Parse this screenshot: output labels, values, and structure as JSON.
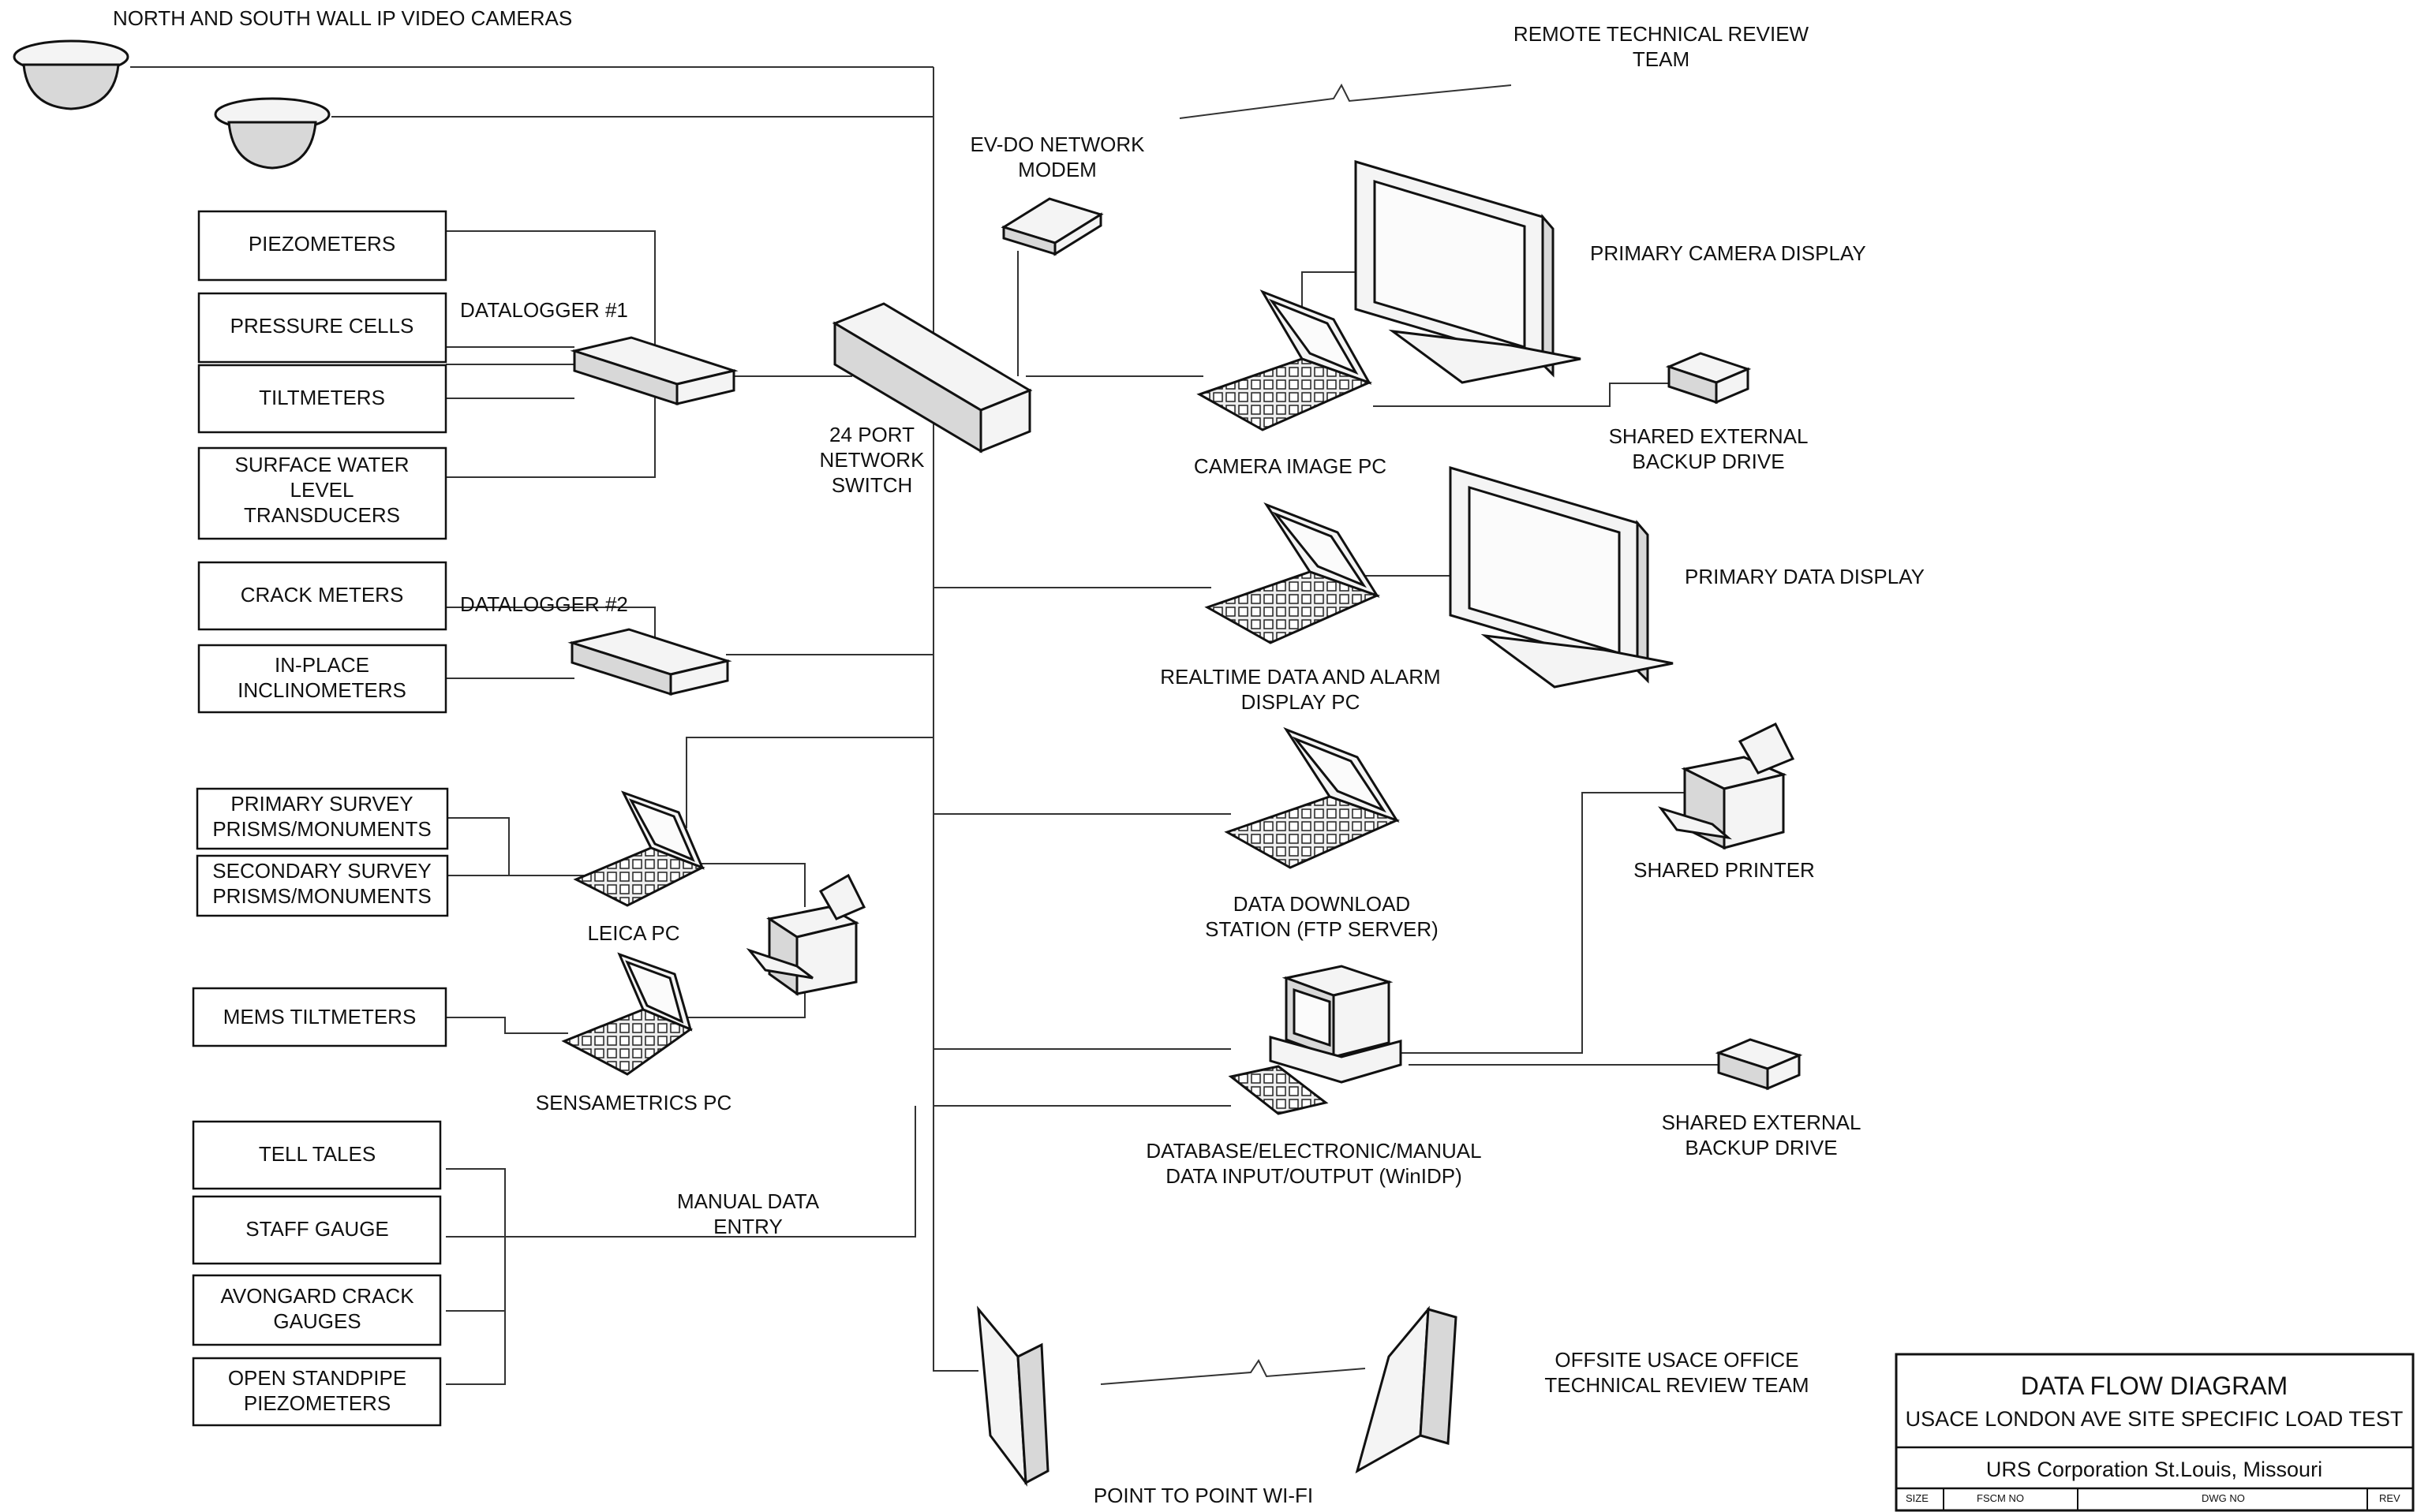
{
  "labels": {
    "cameras": "NORTH AND SOUTH WALL IP VIDEO CAMERAS",
    "remote_team_1": "REMOTE TECHNICAL REVIEW",
    "remote_team_2": "TEAM",
    "evdo_1": "EV-DO NETWORK",
    "evdo_2": "MODEM",
    "primary_camera_display": "PRIMARY CAMERA DISPLAY",
    "datalogger1": "DATALOGGER #1",
    "datalogger2": "DATALOGGER #2",
    "switch_1": "24 PORT",
    "switch_2": "NETWORK",
    "switch_3": "SWITCH",
    "camera_pc": "CAMERA IMAGE PC",
    "backup1_1": "SHARED EXTERNAL",
    "backup1_2": "BACKUP DRIVE",
    "primary_data_display": "PRIMARY DATA DISPLAY",
    "realtime_1": "REALTIME DATA AND ALARM",
    "realtime_2": "DISPLAY PC",
    "leica_pc": "LEICA PC",
    "download_1": "DATA DOWNLOAD",
    "download_2": "STATION (FTP SERVER)",
    "shared_printer": "SHARED PRINTER",
    "sensametrics_pc": "SENSAMETRICS  PC",
    "db_1": "DATABASE/ELECTRONIC/MANUAL",
    "db_2": "DATA INPUT/OUTPUT (WinIDP)",
    "backup2_1": "SHARED EXTERNAL",
    "backup2_2": "BACKUP DRIVE",
    "manual_1": "MANUAL DATA",
    "manual_2": "ENTRY",
    "offsite_1": "OFFSITE USACE OFFICE",
    "offsite_2": "TECHNICAL REVIEW TEAM",
    "wifi": "POINT TO POINT WI-FI"
  },
  "sensors": {
    "piezometers": "PIEZOMETERS",
    "pressure_cells": "PRESSURE CELLS",
    "tiltmeters": "TILTMETERS",
    "surface_water_1": "SURFACE WATER",
    "surface_water_2": "LEVEL",
    "surface_water_3": "TRANSDUCERS",
    "crack_meters": "CRACK METERS",
    "inclinometers_1": "IN-PLACE",
    "inclinometers_2": "INCLINOMETERS",
    "primary_survey_1": "PRIMARY SURVEY",
    "primary_survey_2": "PRISMS/MONUMENTS",
    "secondary_survey_1": "SECONDARY SURVEY",
    "secondary_survey_2": "PRISMS/MONUMENTS",
    "mems": "MEMS TILTMETERS",
    "tell_tales": "TELL TALES",
    "staff_gauge": "STAFF GAUGE",
    "avongard_1": "AVONGARD CRACK",
    "avongard_2": "GAUGES",
    "standpipe_1": "OPEN STANDPIPE",
    "standpipe_2": "PIEZOMETERS"
  },
  "title_block": {
    "title": "DATA FLOW DIAGRAM",
    "subtitle": "USACE LONDON AVE SITE SPECIFIC LOAD TEST",
    "company": "URS Corporation St.Louis, Missouri",
    "size_label": "SIZE",
    "fscm_label": "FSCM NO",
    "dwg_label": "DWG NO",
    "rev_label": "REV"
  }
}
